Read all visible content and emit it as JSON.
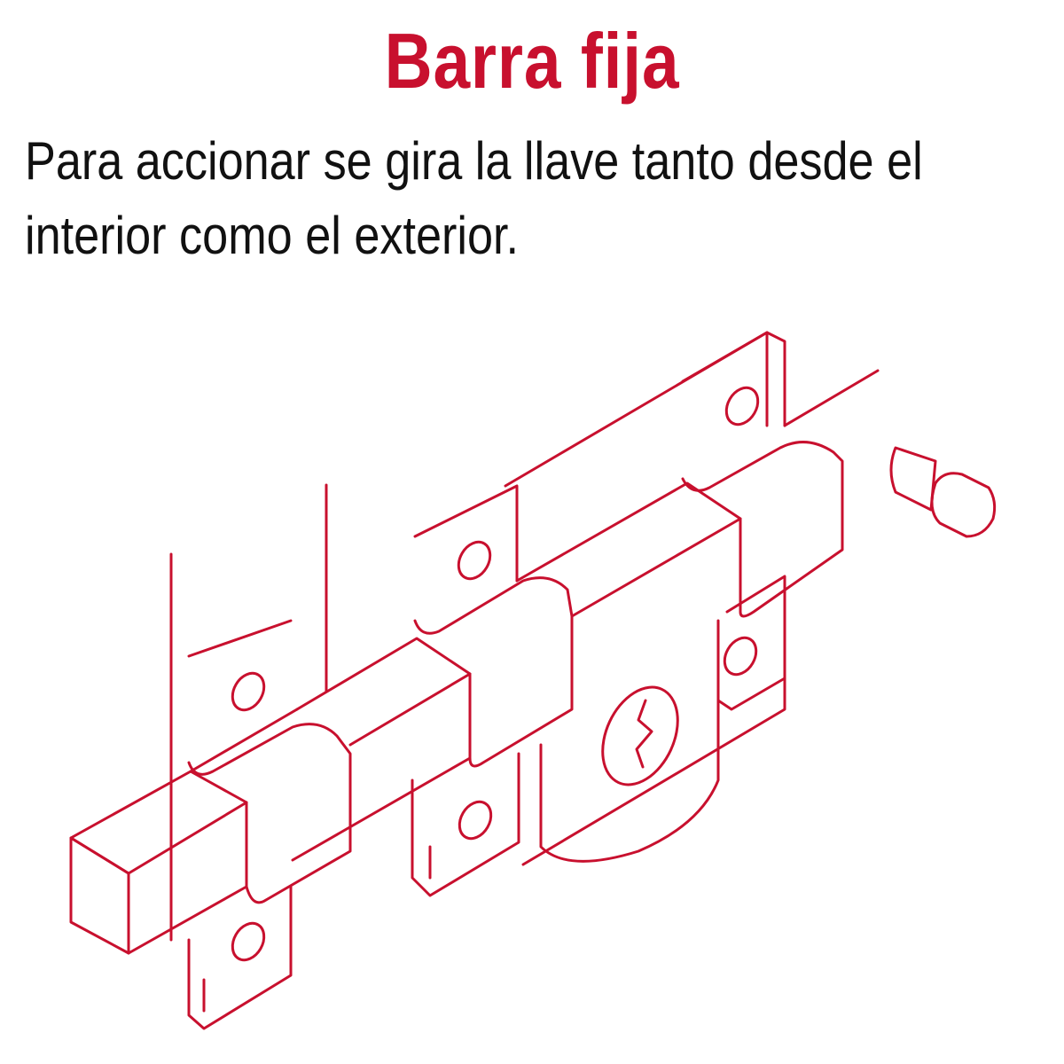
{
  "title": "Barra fija",
  "description": {
    "line1": "Para accionar se gira la llave tanto desde el",
    "line2": "interior como el exterior."
  },
  "colors": {
    "accent": "#c8102e",
    "text": "#111111",
    "background": "#ffffff"
  },
  "illustration": "fixed-bar-lock-line-drawing"
}
